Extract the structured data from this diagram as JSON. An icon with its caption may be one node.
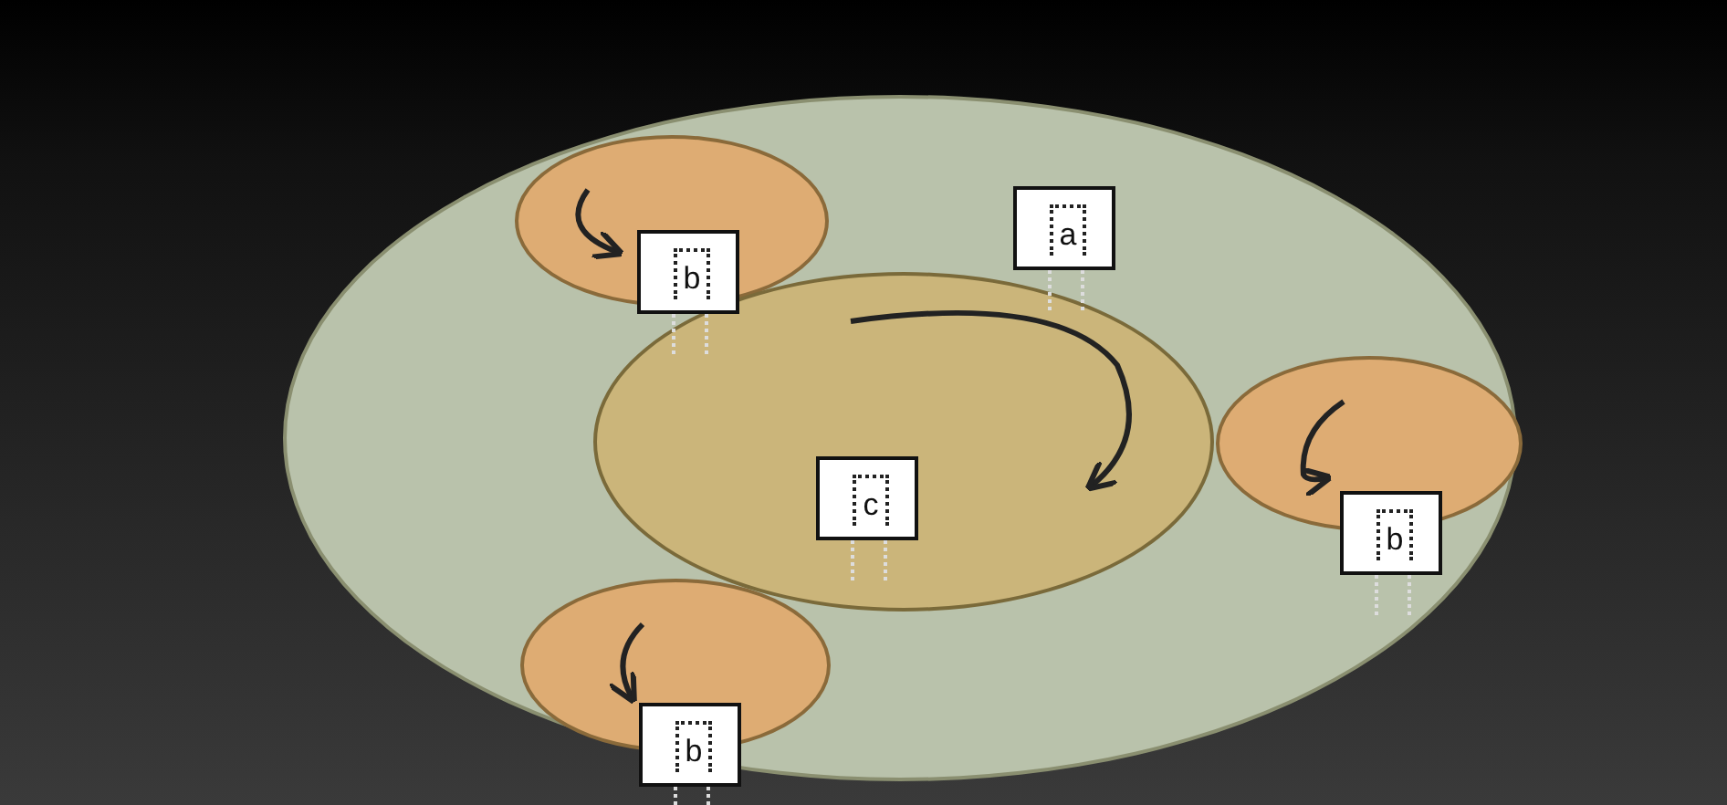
{
  "diagram": {
    "nodes": [
      {
        "text": [
          "a"
        ]
      },
      {
        "text": [
          "b"
        ],
        "in": 0
      },
      {
        "text": [
          "c"
        ],
        "in": 0
      },
      {
        "text": [
          "b"
        ],
        "in": 0
      },
      {
        "text": [
          "b"
        ],
        "in": 0
      }
    ]
  }
}
